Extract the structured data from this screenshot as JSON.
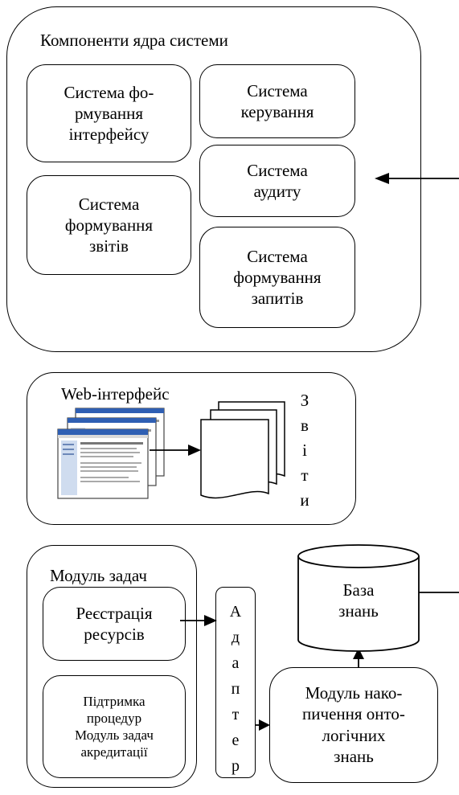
{
  "core": {
    "title": "Компоненти ядра системи",
    "interface_system": "Система фо-\nрмування\nінтерфейсу",
    "control_system": "Система\nкерування",
    "audit_system": "Система\nаудиту",
    "reports_system": "Система\nформування\nзвітів",
    "requests_system": "Система\nформування\nзапитів"
  },
  "web": {
    "title": "Web-інтерфейс",
    "reports_vertical": [
      "З",
      "в",
      "і",
      "т",
      "и"
    ]
  },
  "tasks": {
    "title": "Модуль задач",
    "registration": "Реєстрація\nресурсів",
    "support": "Підтримка\nпроцедур\nМодуль задач\nакредитації"
  },
  "adapter": {
    "letters": [
      "А",
      "д",
      "а",
      "п",
      "т",
      "е",
      "р"
    ]
  },
  "knowledge_base": "База\nзнань",
  "ontology_module": "Модуль нако-\nпичення онто-\nлогічних\nзнань"
}
